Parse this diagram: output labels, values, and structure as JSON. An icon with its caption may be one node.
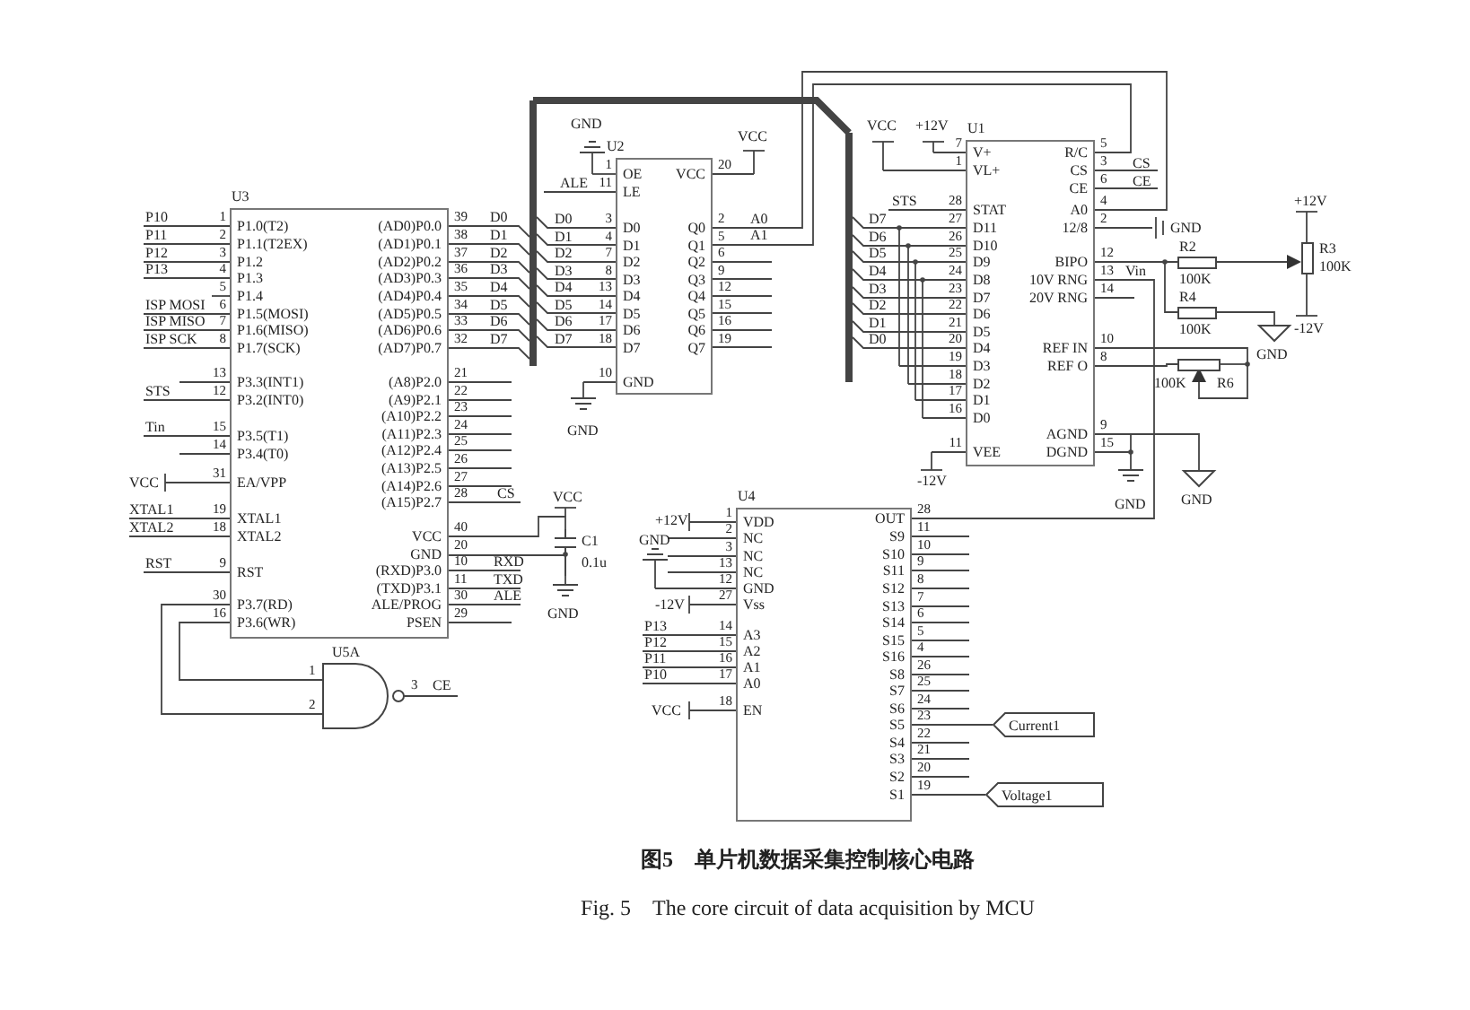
{
  "diagram": {
    "caption": "图5　单片机数据采集控制核心电路",
    "nodes": [
      {
        "text": [
          "U3",
          "P1.0(T2)",
          "P1.1(T2EX)",
          "P1.2",
          "P1.3",
          "P1.4",
          "P1.5(MOSI)",
          "P1.6(MISO)",
          "P1.7(SCK)",
          "P3.3(INT1)",
          "P3.2(INT0)",
          "P3.5(T1)",
          "P3.4(T0)",
          "EA/VPP",
          "XTAL1",
          "XTAL2",
          "RST",
          "P3.7(RD)",
          "P3.6(WR)",
          "(AD0)P0.0",
          "(AD1)P0.1",
          "(AD2)P0.2",
          "(AD3)P0.3",
          "(AD4)P0.4",
          "(AD5)P0.5",
          "(AD6)P0.6",
          "(AD7)P0.7",
          "(A8)P2.0",
          "(A9)P2.1",
          "(A10)P2.2",
          "(A11)P2.3",
          "(A12)P2.4",
          "(A13)P2.5",
          "(A14)P2.6",
          "(A15)P2.7",
          "VCC",
          "GND",
          "(RXD)P3.0",
          "(TXD)P3.1",
          "ALE/PROG",
          "PSEN"
        ],
        "beside": [
          "1",
          "2",
          "3",
          "4",
          "5",
          "6",
          "7",
          "8",
          "13",
          "12",
          "15",
          "14",
          "31",
          "19",
          "18",
          "9",
          "30",
          "16",
          "39",
          "38",
          "37",
          "36",
          "35",
          "34",
          "33",
          "32",
          "21",
          "22",
          "23",
          "24",
          "25",
          "26",
          "27",
          "28",
          "40",
          "20",
          "10",
          "11",
          "30",
          "29",
          "P10",
          "P11",
          "P12",
          "P13",
          "ISP MOSI",
          "ISP MISO",
          "ISP SCK",
          "STS",
          "Tin",
          "VCC",
          "XTAL1",
          "XTAL2",
          "RST",
          "D0",
          "D1",
          "D2",
          "D3",
          "D4",
          "D5",
          "D6",
          "D7",
          "CS",
          "RXD",
          "TXD",
          "ALE"
        ]
      },
      {
        "text": [
          "U2",
          "OE",
          "LE",
          "D0",
          "D1",
          "D2",
          "D3",
          "D4",
          "D5",
          "D6",
          "D7",
          "GND",
          "VCC",
          "Q0",
          "Q1",
          "Q2",
          "Q3",
          "Q4",
          "Q5",
          "Q6",
          "Q7"
        ],
        "beside": [
          "1",
          "11",
          "3",
          "4",
          "7",
          "8",
          "13",
          "14",
          "17",
          "18",
          "10",
          "20",
          "2",
          "5",
          "6",
          "9",
          "12",
          "15",
          "16",
          "19",
          "ALE",
          "D0",
          "D1",
          "D2",
          "D3",
          "D4",
          "D5",
          "D6",
          "D7",
          "VCC",
          "A0",
          "A1"
        ]
      },
      {
        "text": [
          "U1",
          "V+",
          "VL+",
          "STAT",
          "D11",
          "D10",
          "D9",
          "D8",
          "D7",
          "D6",
          "D5",
          "D4",
          "D3",
          "D2",
          "D1",
          "D0",
          "VEE",
          "R/C",
          "CS",
          "CE",
          "A0",
          "12/8",
          "BIPO",
          "10V RNG",
          "20V RNG",
          "REF IN",
          "REF O",
          "AGND",
          "DGND"
        ],
        "beside": [
          "7",
          "1",
          "28",
          "27",
          "26",
          "25",
          "24",
          "23",
          "22",
          "21",
          "20",
          "19",
          "18",
          "17",
          "16",
          "11",
          "5",
          "3",
          "6",
          "4",
          "2",
          "12",
          "13",
          "14",
          "10",
          "8",
          "9",
          "15",
          "VCC",
          "+12V",
          "STS",
          "D7",
          "D6",
          "D5",
          "D4",
          "D3",
          "D2",
          "D1",
          "D0",
          "CS",
          "CE",
          "Vin",
          "-12V"
        ]
      },
      {
        "text": [
          "U4",
          "VDD",
          "NC",
          "NC",
          "NC",
          "GND",
          "Vss",
          "A3",
          "A2",
          "A1",
          "A0",
          "EN",
          "OUT",
          "S9",
          "S10",
          "S11",
          "S12",
          "S13",
          "S14",
          "S15",
          "S16",
          "S8",
          "S7",
          "S6",
          "S5",
          "S4",
          "S3",
          "S2",
          "S1"
        ],
        "beside": [
          "1",
          "2",
          "3",
          "13",
          "12",
          "27",
          "14",
          "15",
          "16",
          "17",
          "18",
          "28",
          "11",
          "10",
          "9",
          "8",
          "7",
          "6",
          "5",
          "4",
          "26",
          "25",
          "24",
          "23",
          "22",
          "21",
          "20",
          "19",
          "+12V",
          "-12V",
          "P13",
          "P12",
          "P11",
          "P10",
          "VCC"
        ]
      },
      {
        "text": [
          "U5A"
        ],
        "beside": [
          "1",
          "2",
          "3",
          "CE"
        ]
      },
      {
        "text": [
          "C1",
          "0.1u"
        ]
      },
      {
        "text": [
          "R2",
          "100K"
        ]
      },
      {
        "text": [
          "R4",
          "100K"
        ]
      },
      {
        "text": [
          "100K",
          "R6"
        ]
      },
      {
        "text": [
          "R3",
          "100K"
        ]
      },
      {
        "text": [
          "Current1"
        ]
      },
      {
        "text": [
          "Voltage1"
        ]
      },
      {
        "text": [
          "GND"
        ]
      },
      {
        "text": [
          "GND"
        ]
      },
      {
        "text": [],
        "shape": "bar"
      },
      {
        "text": [],
        "shape": "bar"
      }
    ],
    "edges": [
      {
        "from": 0,
        "to": 14,
        "arrow": "none"
      },
      {
        "from": 0,
        "to": 14,
        "arrow": "none"
      },
      {
        "from": 0,
        "to": 14,
        "arrow": "none"
      },
      {
        "from": 0,
        "to": 14,
        "arrow": "none"
      },
      {
        "from": 0,
        "to": 14,
        "arrow": "none"
      },
      {
        "from": 0,
        "to": 14,
        "arrow": "none"
      },
      {
        "from": 0,
        "to": 14,
        "arrow": "none"
      },
      {
        "from": 0,
        "to": 14,
        "arrow": "none"
      },
      {
        "from": 14,
        "to": 1,
        "arrow": "none"
      },
      {
        "from": 14,
        "to": 1,
        "arrow": "none"
      },
      {
        "from": 14,
        "to": 1,
        "arrow": "none"
      },
      {
        "from": 14,
        "to": 1,
        "arrow": "none"
      },
      {
        "from": 14,
        "to": 1,
        "arrow": "none"
      },
      {
        "from": 14,
        "to": 1,
        "arrow": "none"
      },
      {
        "from": 14,
        "to": 1,
        "arrow": "none"
      },
      {
        "from": 14,
        "to": 1,
        "arrow": "none"
      },
      {
        "from": 14,
        "to": 15,
        "arrow": "none",
        "style": "thick"
      },
      {
        "from": 15,
        "to": 2,
        "arrow": "none"
      },
      {
        "from": 15,
        "to": 2,
        "arrow": "none"
      },
      {
        "from": 15,
        "to": 2,
        "arrow": "none"
      },
      {
        "from": 15,
        "to": 2,
        "arrow": "none"
      },
      {
        "from": 15,
        "to": 2,
        "arrow": "none"
      },
      {
        "from": 15,
        "to": 2,
        "arrow": "none"
      },
      {
        "from": 15,
        "to": 2,
        "arrow": "none"
      },
      {
        "from": 15,
        "to": 2,
        "arrow": "none"
      },
      {
        "from": 1,
        "to": 2,
        "arrow": "none"
      },
      {
        "from": 1,
        "to": 2,
        "arrow": "none"
      },
      {
        "from": 0,
        "to": 4,
        "arrow": "none"
      },
      {
        "from": 0,
        "to": 4,
        "arrow": "none"
      },
      {
        "from": 0,
        "to": 5,
        "arrow": "none"
      },
      {
        "from": 0,
        "to": 5,
        "arrow": "none"
      },
      {
        "from": 3,
        "to": 2,
        "arrow": "none"
      },
      {
        "from": 2,
        "to": 6,
        "arrow": "none"
      },
      {
        "from": 6,
        "to": 9,
        "arrow": "to"
      },
      {
        "from": 2,
        "to": 7,
        "arrow": "none"
      },
      {
        "from": 2,
        "to": 8,
        "arrow": "none"
      },
      {
        "from": 2,
        "to": 8,
        "arrow": "to"
      },
      {
        "from": 3,
        "to": 10,
        "arrow": "none"
      },
      {
        "from": 3,
        "to": 11,
        "arrow": "none"
      },
      {
        "from": 2,
        "to": 12,
        "arrow": "none"
      },
      {
        "from": 7,
        "to": 13,
        "arrow": "none"
      }
    ],
    "labels": [
      "GND",
      "+12V",
      "GND",
      "-12V",
      "GND",
      "VCC",
      "GND",
      "GND",
      "GND",
      "Fig. 5　The core circuit of data acquisition by MCU"
    ]
  }
}
